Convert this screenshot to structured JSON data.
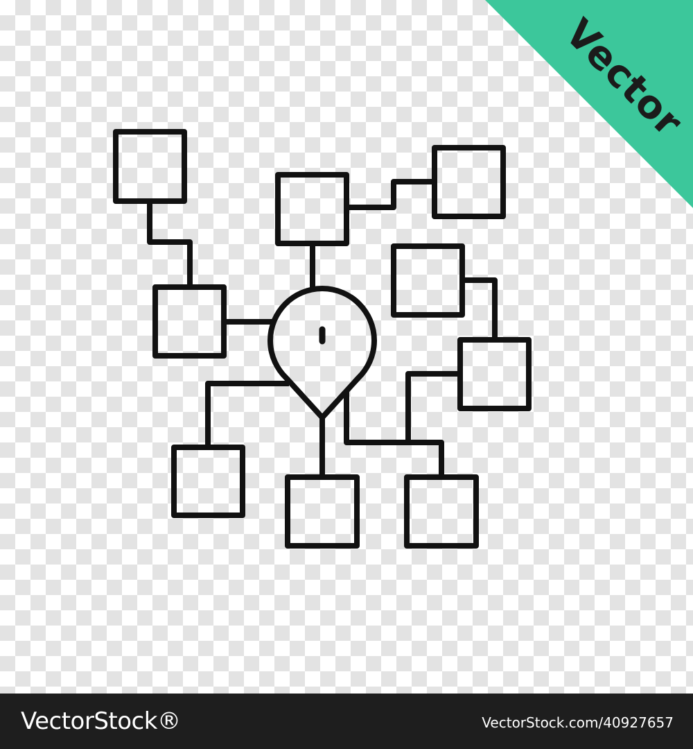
{
  "watermark": {
    "label": "Vector",
    "color": "#3cc79b"
  },
  "footer": {
    "brand": "VectorStock®",
    "reference": "VectorStock.com/40927657",
    "background": "#1e1e1e"
  },
  "icon": {
    "name": "network-location-pin-diagram-icon",
    "stroke": "#111111"
  }
}
